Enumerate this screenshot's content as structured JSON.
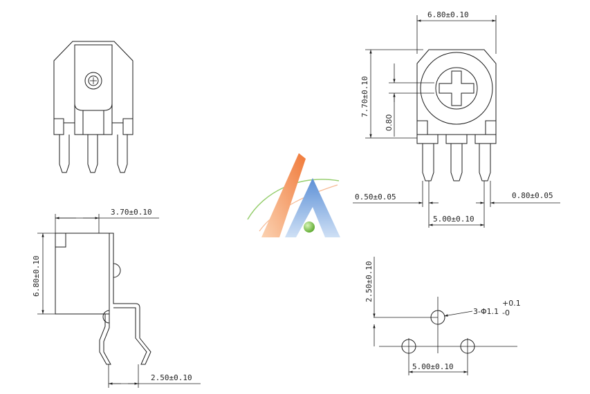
{
  "dimensions": {
    "top_width": "6.80±0.10",
    "front_height": "7.70±0.10",
    "front_offset": "0.80",
    "pin_left": "0.50±0.05",
    "pin_right": "0.80±0.05",
    "pin_spacing": "5.00±0.10",
    "side_depth": "3.70±0.10",
    "side_height": "6.80±0.10",
    "side_pin": "2.50±0.10",
    "footprint_vertical": "2.50±0.10",
    "footprint_hole": "3-Φ1.1",
    "footprint_tol_plus": "+0.1",
    "footprint_tol_minus": "-0",
    "footprint_spacing": "5.00±0.10"
  },
  "colors": {
    "line": "#1a1a1a",
    "logo_orange": "#f08a4b",
    "logo_blue": "#6f9fd8",
    "logo_green": "#7cc24a"
  }
}
